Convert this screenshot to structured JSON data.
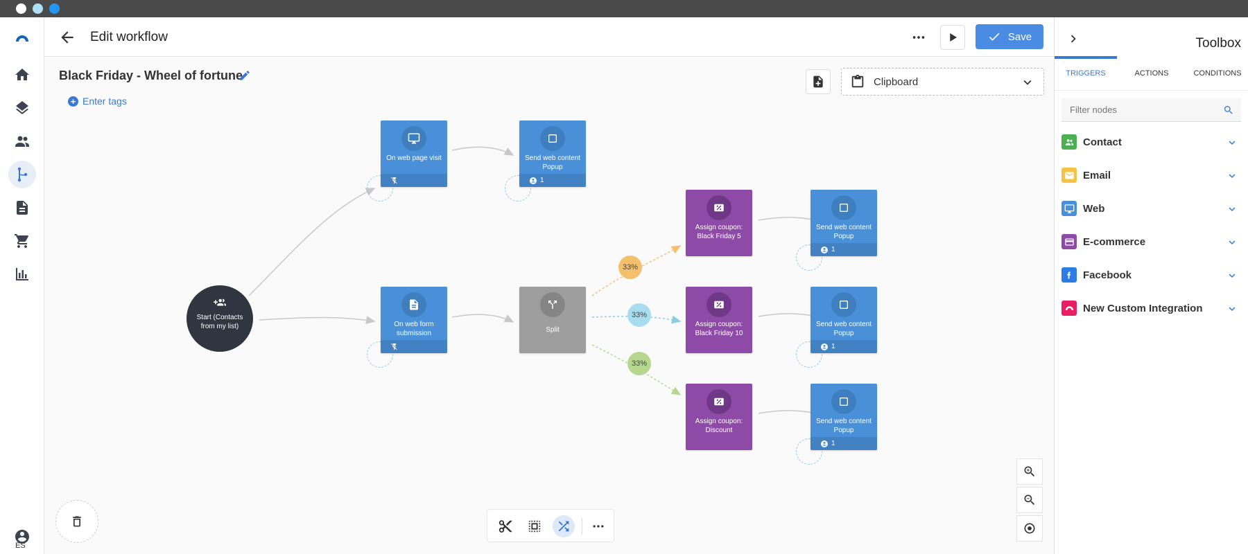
{
  "titlebar": {
    "dots": [
      "#ffffff",
      "#aee0f5",
      "#2196f3"
    ]
  },
  "nav": {
    "items": [
      {
        "icon": "logo-icon"
      },
      {
        "icon": "home-icon"
      },
      {
        "icon": "layers-icon"
      },
      {
        "icon": "contacts-icon"
      },
      {
        "icon": "workflow-icon",
        "active": true
      },
      {
        "icon": "document-icon"
      },
      {
        "icon": "cart-icon"
      },
      {
        "icon": "chart-icon"
      }
    ],
    "profile_label": "ES"
  },
  "header": {
    "title": "Edit workflow",
    "save_label": "Save"
  },
  "workflow": {
    "name": "Black Friday - Wheel of fortune",
    "tags_label": "Enter tags",
    "clipboard_label": "Clipboard"
  },
  "nodes": {
    "start": "Start (Contacts from my list)",
    "web_visit": "On web page visit",
    "send_content_1": "Send web content Popup",
    "send_content_1_count": "1",
    "web_form": "On web form submission",
    "split": "Split",
    "coupon_bf5": "Assign coupon: Black Friday 5",
    "coupon_bf10": "Assign coupon: Black Friday 10",
    "coupon_discount": "Assign coupon: Discount",
    "send_content_2": "Send web content Popup",
    "send_content_2_count": "1",
    "send_content_3": "Send web content Popup",
    "send_content_3_count": "1",
    "send_content_4": "Send web content Popup",
    "send_content_4_count": "1",
    "split_pct_1": "33%",
    "split_pct_2": "33%",
    "split_pct_3": "33%"
  },
  "colors": {
    "accent": "#4a8be3",
    "node_blue": "#4a90d9",
    "node_purple": "#8e4aa7",
    "node_gray": "#9e9e9e",
    "split_orange": "#f5c06b",
    "split_blue": "#a8dcef",
    "split_green": "#b5d88e"
  },
  "toolbox": {
    "title": "Toolbox",
    "tabs": [
      "TRIGGERS",
      "ACTIONS",
      "CONDITIONS"
    ],
    "active_tab": "TRIGGERS",
    "filter_placeholder": "Filter nodes",
    "categories": [
      {
        "label": "Contact",
        "color": "#4caf50"
      },
      {
        "label": "Email",
        "color": "#f5c242"
      },
      {
        "label": "Web",
        "color": "#4a90d9"
      },
      {
        "label": "E-commerce",
        "color": "#8e4aa7"
      },
      {
        "label": "Facebook",
        "color": "#2d7be5"
      },
      {
        "label": "New Custom Integration",
        "color": "#e91e63"
      }
    ]
  }
}
